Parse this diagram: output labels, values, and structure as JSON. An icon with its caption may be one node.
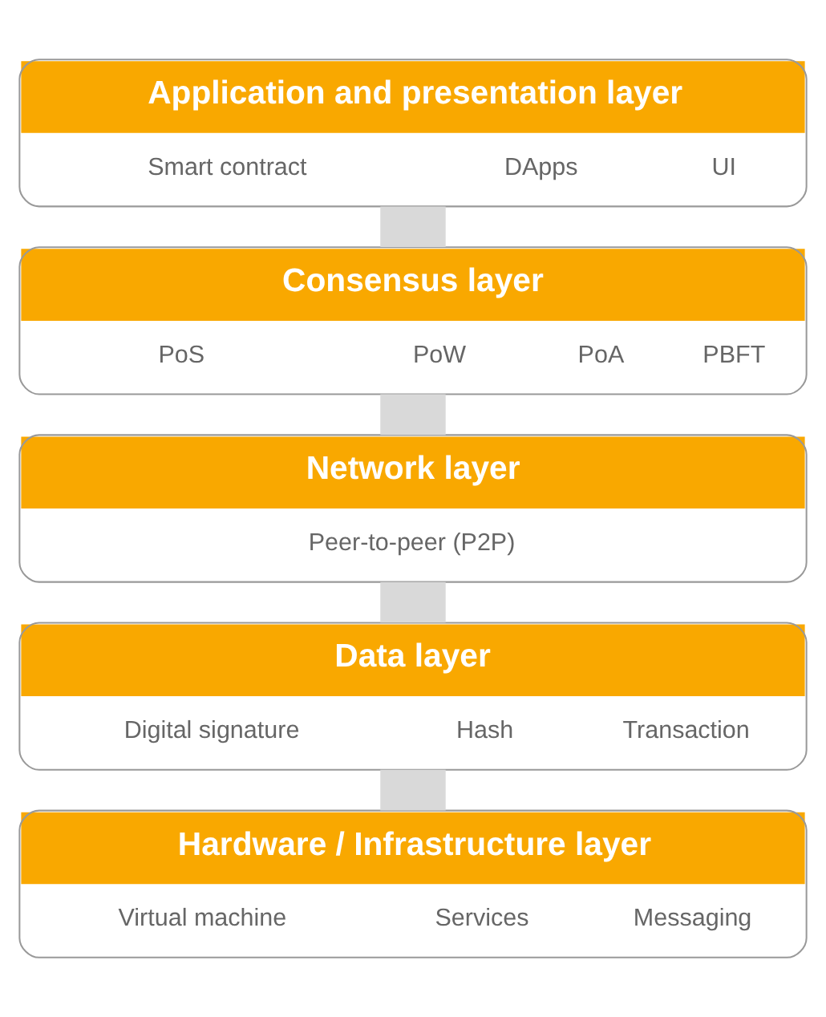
{
  "diagram": {
    "nodes": [
      {
        "text": [
          "Application and presentation layer",
          "Smart contract",
          "DApps",
          "UI"
        ]
      },
      {
        "text": [
          "Consensus layer",
          "PoS",
          "PoW",
          "PoA",
          "PBFT"
        ]
      },
      {
        "text": [
          "Network layer",
          "Peer-to-peer (P2P)"
        ]
      },
      {
        "text": [
          "Data layer",
          "Digital signature",
          "Hash",
          "Transaction"
        ]
      },
      {
        "text": [
          "Hardware / Infrastructure layer",
          "Virtual machine",
          "Services",
          "Messaging"
        ]
      }
    ],
    "edges": [
      {
        "from": 0,
        "to": 1,
        "arrow": "none"
      },
      {
        "from": 1,
        "to": 2,
        "arrow": "none"
      },
      {
        "from": 2,
        "to": 3,
        "arrow": "none"
      },
      {
        "from": 3,
        "to": 4,
        "arrow": "none"
      }
    ]
  }
}
